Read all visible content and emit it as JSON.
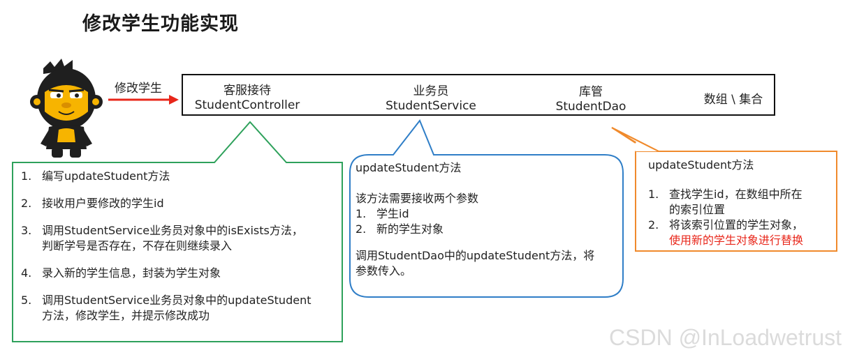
{
  "title": "修改学生功能实现",
  "arrow_label": "修改学生",
  "roles": [
    {
      "name": "客服接待",
      "cls": "StudentController"
    },
    {
      "name": "业务员",
      "cls": "StudentService"
    },
    {
      "name": "库管",
      "cls": "StudentDao"
    },
    {
      "name": "数组 \\ 集合",
      "cls": ""
    }
  ],
  "controller_note": {
    "items": [
      {
        "num": "1.",
        "lines": [
          "编写updateStudent方法"
        ]
      },
      {
        "num": "2.",
        "lines": [
          "接收用户要修改的学生id"
        ]
      },
      {
        "num": "3.",
        "lines": [
          "调用StudentService业务员对象中的isExists方法，",
          "判断学号是否存在，不存在则继续录入"
        ]
      },
      {
        "num": "4.",
        "lines": [
          "录入新的学生信息，封装为学生对象"
        ]
      },
      {
        "num": "5.",
        "lines": [
          "调用StudentService业务员对象中的updateStudent",
          "方法，修改学生，并提示修改成功"
        ]
      }
    ]
  },
  "service_note": {
    "title": "updateStudent方法",
    "intro": "该方法需要接收两个参数",
    "params": [
      {
        "num": "1.",
        "text": "学生id"
      },
      {
        "num": "2.",
        "text": "新的学生对象"
      }
    ],
    "call_lines": [
      "调用StudentDao中的updateStudent方法，将",
      "参数传入。"
    ]
  },
  "dao_note": {
    "title": "updateStudent方法",
    "item1": {
      "num": "1.",
      "lines": [
        "查找学生id，在数组中所在",
        "的索引位置"
      ]
    },
    "item2": {
      "num": "2.",
      "line1": "将该索引位置的学生对象，",
      "line2_red": "使用新的学生对象进行替换"
    }
  },
  "watermark": "CSDN @InLoadwetrust",
  "colors": {
    "arrow": "#e8261a",
    "controller_border": "#2ea15b",
    "service_border": "#2f7ec7",
    "dao_border": "#f08a2c",
    "highlight_text": "#e8261a",
    "mascot_face": "#f7b400"
  }
}
